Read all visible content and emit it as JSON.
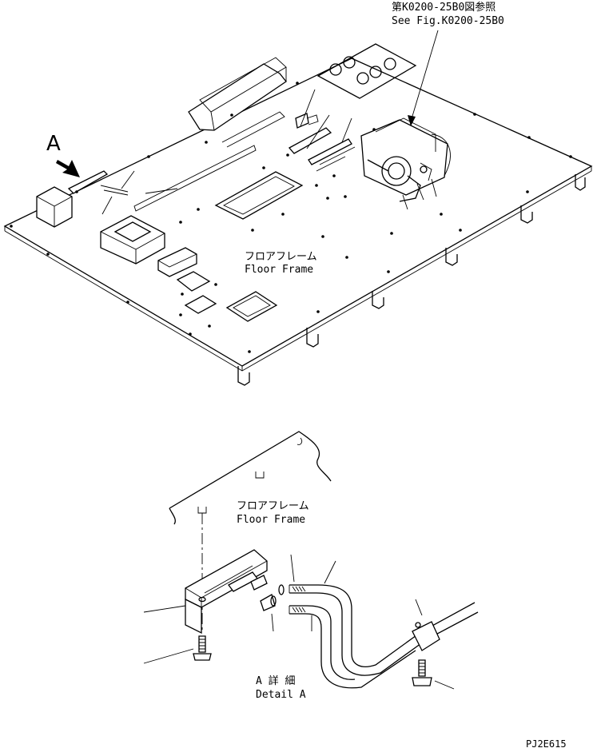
{
  "reference_note": {
    "line_jp": "第K0200-25B0図参照",
    "line_en": "See Fig.K0200-25B0"
  },
  "view_label": "A",
  "floor_frame_main": {
    "label_jp": "フロアフレーム",
    "label_en": "Floor Frame"
  },
  "floor_frame_detail": {
    "label_jp": "フロアフレーム",
    "label_en": "Floor Frame"
  },
  "detail_caption": {
    "label_jp": "A 詳 細",
    "label_en": "Detail A"
  },
  "drawing_code": "PJ2E615"
}
